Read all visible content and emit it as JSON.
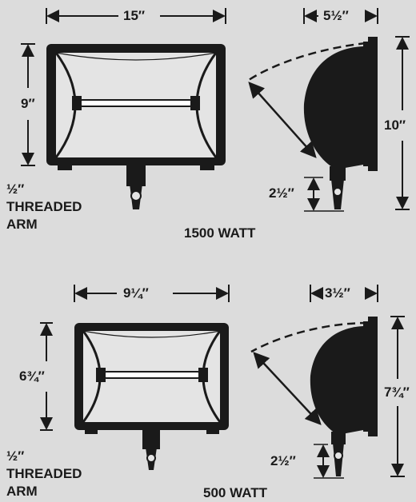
{
  "units": [
    {
      "width": "15″",
      "height": "9″",
      "depth": "5½″",
      "overall_height": "10″",
      "arm_length": "2½″",
      "arm_size": "½″",
      "arm_label_1": "THREADED",
      "arm_label_2": "ARM",
      "wattage": "1500 WATT"
    },
    {
      "width": "9¼″",
      "height": "6¾″",
      "depth": "3½″",
      "overall_height": "7¾″",
      "arm_length": "2½″",
      "arm_size": "½″",
      "arm_label_1": "THREADED",
      "arm_label_2": "ARM",
      "wattage": "500 WATT"
    }
  ],
  "colors": {
    "paper": "#dcdcdc",
    "ink": "#1a1a1a",
    "lens": "#e4e4e4"
  }
}
